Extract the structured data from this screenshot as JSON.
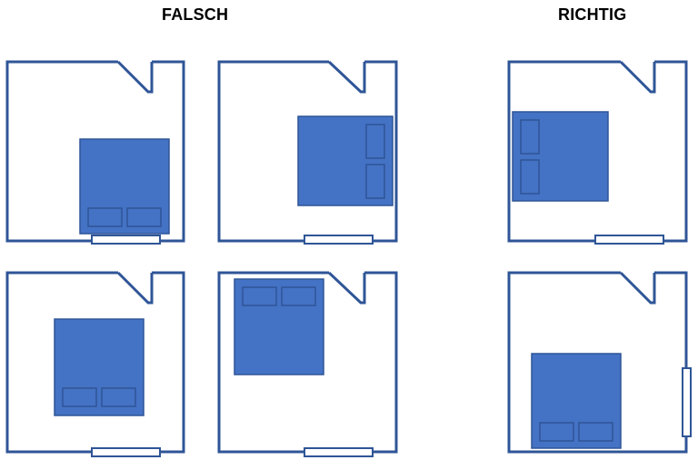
{
  "headings": {
    "wrong": "FALSCH",
    "right": "RICHTIG"
  },
  "colors": {
    "wall": "#2F5597",
    "bed_fill": "#4472C4",
    "bed_stroke": "#2F5597",
    "window_fill": "#FFFFFF",
    "background": "#FFFFFF"
  },
  "layouts": [
    {
      "group": "wrong",
      "row": 1,
      "bed_orientation": "pillows-bottom",
      "window": "bottom-wall"
    },
    {
      "group": "wrong",
      "row": 1,
      "bed_orientation": "pillows-right",
      "window": "bottom-wall"
    },
    {
      "group": "wrong",
      "row": 2,
      "bed_orientation": "pillows-bottom",
      "window": "bottom-wall"
    },
    {
      "group": "wrong",
      "row": 2,
      "bed_orientation": "pillows-top",
      "window": "bottom-wall"
    },
    {
      "group": "right",
      "row": 1,
      "bed_orientation": "pillows-left",
      "window": "bottom-wall"
    },
    {
      "group": "right",
      "row": 2,
      "bed_orientation": "pillows-bottom",
      "window": "right-wall"
    }
  ]
}
